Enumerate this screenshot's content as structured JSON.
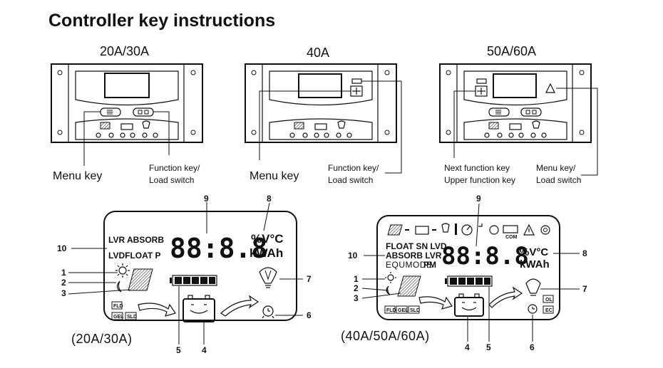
{
  "title": "Controller key instructions",
  "models": {
    "m1": "20A/30A",
    "m2": "40A",
    "m3": "50A/60A"
  },
  "keys": {
    "m1_menu": "Menu key",
    "m1_func_1": "Function key/",
    "m1_func_2": "Load switch",
    "m2_menu": "Menu key",
    "m2_func_1": "Function key/",
    "m2_func_2": "Load switch",
    "m3_next_1": "Next function key",
    "m3_next_2": "Upper function key",
    "m3_menu_1": "Menu key/",
    "m3_menu_2": "Load switch"
  },
  "lcd1": {
    "caption": "(20A/30A)",
    "mode_top": "LVR ABSORB",
    "mode_bottom": "LVDFLOAT P",
    "digits": "88:8.8",
    "units_top": "%V°C",
    "units_bottom": "kWAh",
    "fld": "FLD",
    "gel": "GEL",
    "sld": "SLD",
    "callouts": [
      "10",
      "1",
      "2",
      "3",
      "9",
      "8",
      "7",
      "6",
      "5",
      "4"
    ]
  },
  "lcd2": {
    "caption": "(40A/50A/60A)",
    "mode_1": "FLOAT SN  LVD",
    "mode_2": "ABSORB    LVR",
    "mode_3a": "EQUMODE",
    "mode_3b": "PM",
    "digits": "88:8.8",
    "units_top": "%V°C",
    "units_bottom": "kWAh",
    "com": "COM",
    "ol": "OL",
    "ec": "EC",
    "fld": "FLD",
    "gel": "GEL",
    "sld": "SLD",
    "callouts": [
      "9",
      "10",
      "1",
      "2",
      "3",
      "8",
      "7",
      "4",
      "5",
      "6"
    ]
  }
}
